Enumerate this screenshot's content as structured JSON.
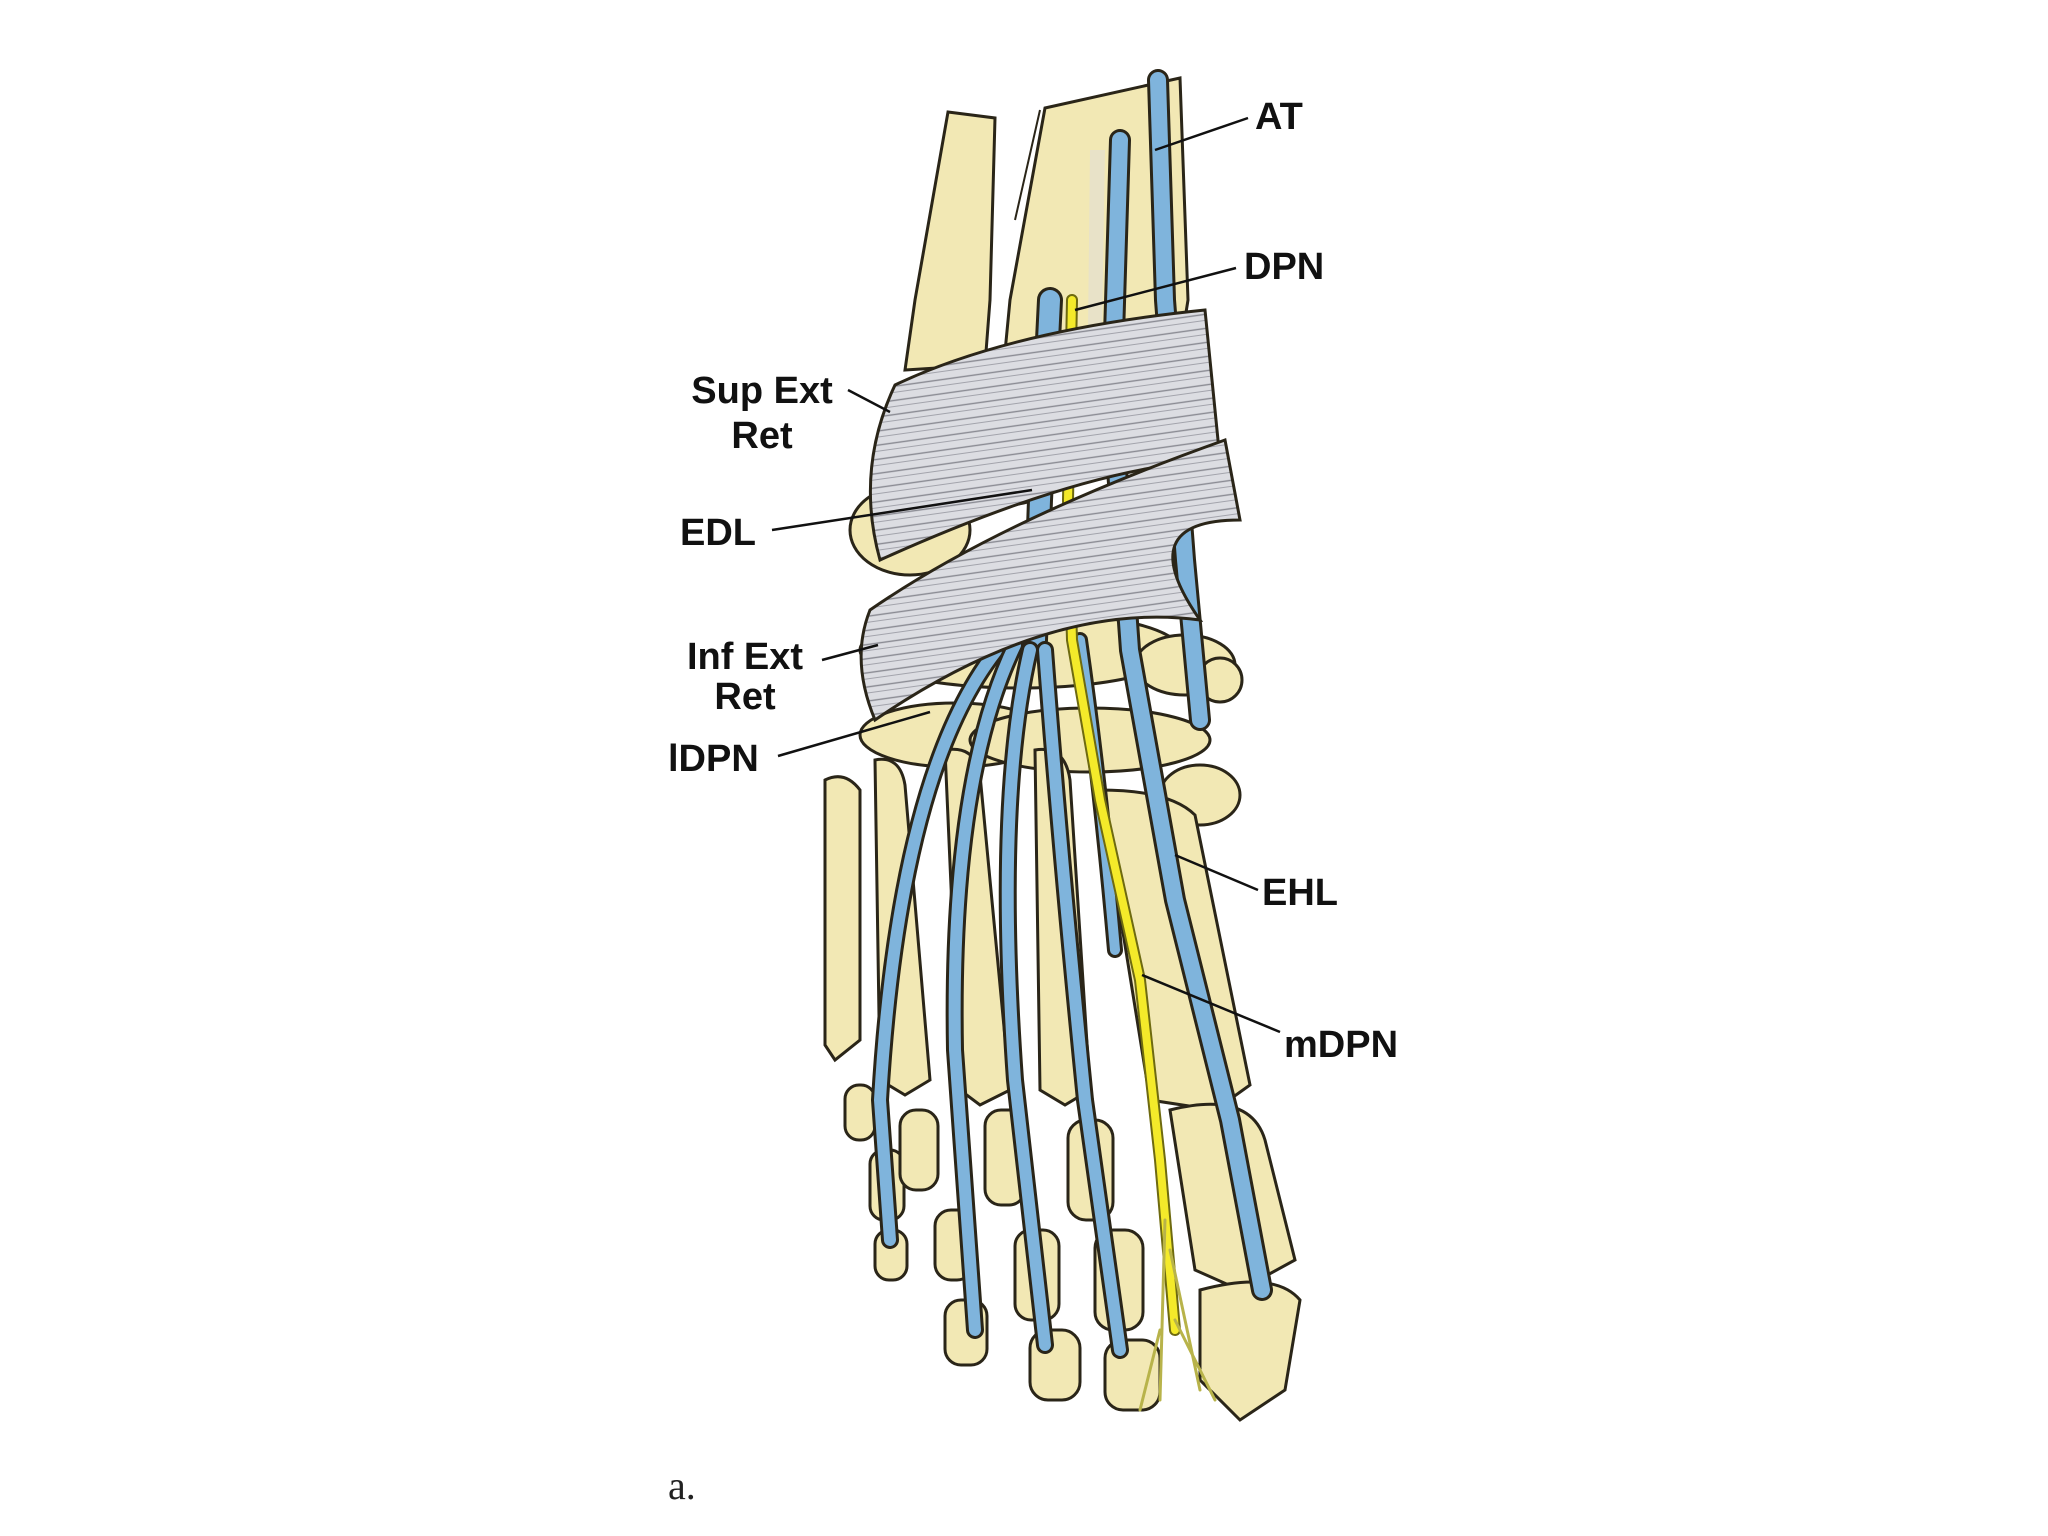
{
  "labels": {
    "at": "AT",
    "dpn": "DPN",
    "sup_ext_ret_line1": "Sup Ext",
    "sup_ext_ret_line2": "Ret",
    "edl": "EDL",
    "inf_ext_ret_line1": "Inf Ext",
    "inf_ext_ret_line2": "Ret",
    "ldpn": "lDPN",
    "ehl": "EHL",
    "mdpn": "mDPN"
  },
  "panel_label": "a.",
  "colors": {
    "bone": "#f2e8b4",
    "bone_outline": "#2a2518",
    "tendon": "#7fb4dc",
    "retinaculum": "#d9dadf",
    "nerve": "#f4ea2a",
    "background": "#ffffff"
  }
}
